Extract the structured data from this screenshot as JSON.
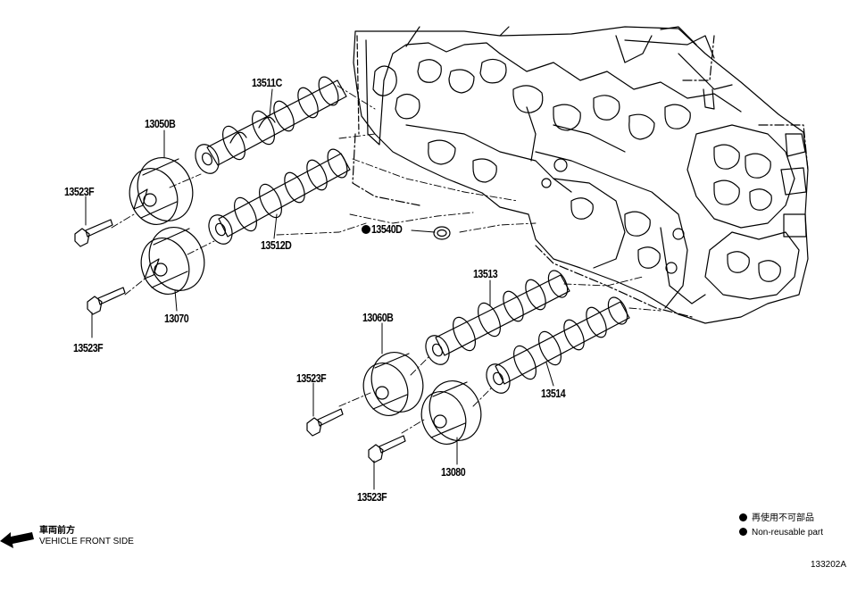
{
  "parts": {
    "p13511c": "13511C",
    "p13050b": "13050B",
    "p13523f_a": "13523F",
    "p13512d": "13512D",
    "p13540d": "13540D",
    "p13070": "13070",
    "p13523f_b": "13523F",
    "p13513": "13513",
    "p13060b": "13060B",
    "p13523f_c": "13523F",
    "p13514": "13514",
    "p13080": "13080",
    "p13523f_d": "13523F"
  },
  "direction": {
    "jp": "車両前方",
    "en": "VEHICLE FRONT SIDE"
  },
  "legend": {
    "jp": "再使用不可部品",
    "en": "Non-reusable part"
  },
  "figure_id": "133202A"
}
